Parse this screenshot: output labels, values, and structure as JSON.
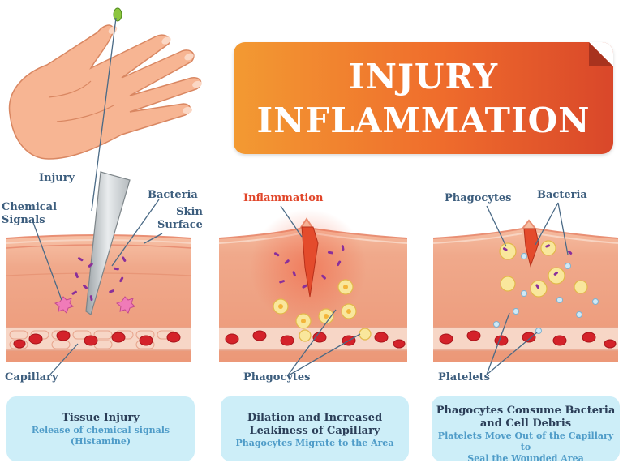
{
  "title": {
    "line1": "INJURY",
    "line2": "INFLAMMATION"
  },
  "labels": {
    "injury": "Injury",
    "chemical_signals": [
      "Chemical",
      "Signals"
    ],
    "bacteria": "Bacteria",
    "skin_surface": [
      "Skin",
      "Surface"
    ],
    "capillary": "Capillary",
    "inflammation": "Inflammation",
    "phagocytes_mid": "Phagocytes",
    "phagocytes_right": "Phagocytes",
    "bacteria_right": "Bacteria",
    "platelets": "Platelets"
  },
  "stages": [
    {
      "heading": [
        "Tissue Injury"
      ],
      "sub": [
        "Release of chemical signals",
        "(Histamine)"
      ]
    },
    {
      "heading": [
        "Dilation and Increased",
        "Leakiness of Capillary"
      ],
      "sub": [
        "Phagocytes Migrate to the Area"
      ]
    },
    {
      "heading": [
        "Phagocytes Consume Bacteria",
        "and Cell Debris"
      ],
      "sub": [
        "Platelets Move Out of the Capillary to",
        "Seal the Wounded Area"
      ]
    }
  ],
  "colors": {
    "banner_start": "#f39a32",
    "banner_end": "#d9472a",
    "label_text": "#3c5d7d",
    "inflammation_text": "#e1462a",
    "card_bg": "#cdeef8",
    "card_heading": "#2b3e58",
    "card_sub": "#4f9cc8",
    "tissue": "#f0aa8c",
    "skin": "#f6c0a6",
    "blood_cell": "#d4222a",
    "phagocyte": "#f9e79c",
    "bacteria": "#8a2f9a",
    "platelet": "#cfe9f7"
  }
}
